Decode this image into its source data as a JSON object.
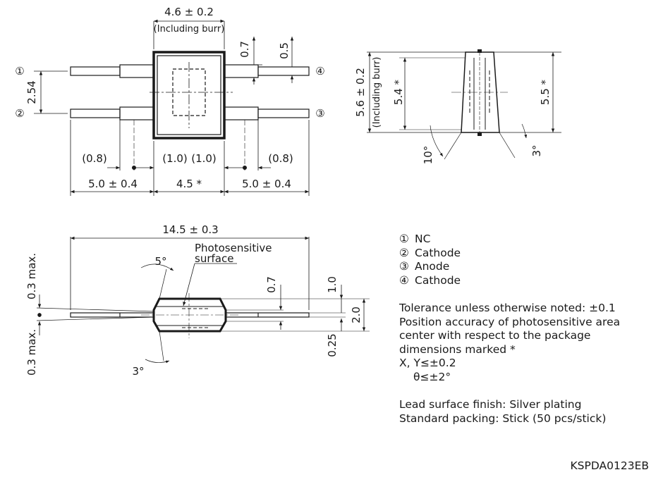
{
  "top_view": {
    "width_dim": "4.6 ± 0.2",
    "width_note": "(Including burr)",
    "lead_w1": "0.7",
    "lead_w2": "0.5",
    "pitch": "2.54",
    "pin1": "①",
    "pin2": "②",
    "pin3": "③",
    "pin4": "④",
    "dim_08_left": "(0.8)",
    "dim_10_left": "(1.0)",
    "dim_10_right": "(1.0)",
    "dim_08_right": "(0.8)",
    "lead_len_left": "5.0 ± 0.4",
    "body_len": "4.5 *",
    "lead_len_right": "5.0 ± 0.4"
  },
  "side_view": {
    "height_dim": "5.6 ± 0.2",
    "height_note": "(Including burr)",
    "inner_dim": "5.4 *",
    "right_dim": "5.5 *",
    "angle_left": "10°",
    "angle_right": "3°"
  },
  "front_view": {
    "total_len": "14.5 ± 0.3",
    "photo_label_1": "Photosensitive",
    "photo_label_2": "surface",
    "angle_top": "5°",
    "angle_bottom": "3°",
    "max_top": "0.3 max.",
    "max_bottom": "0.3 max.",
    "dim_07": "0.7",
    "dim_10": "1.0",
    "dim_20": "2.0",
    "dim_025": "0.25"
  },
  "pin_legend": [
    {
      "num": "①",
      "name": "NC"
    },
    {
      "num": "②",
      "name": "Cathode"
    },
    {
      "num": "③",
      "name": "Anode"
    },
    {
      "num": "④",
      "name": "Cathode"
    }
  ],
  "notes": {
    "tolerance": "Tolerance unless otherwise noted: ±0.1",
    "position_1": "Position accuracy of photosensitive area",
    "position_2": "center with respect to the package",
    "position_3": "dimensions marked *",
    "xy": "X, Y≤±0.2",
    "theta": "θ≤±2°",
    "lead_finish": "Lead surface finish: Silver plating",
    "packing": "Standard packing: Stick (50 pcs/stick)"
  },
  "drawing_code": "KSPDA0123EB"
}
